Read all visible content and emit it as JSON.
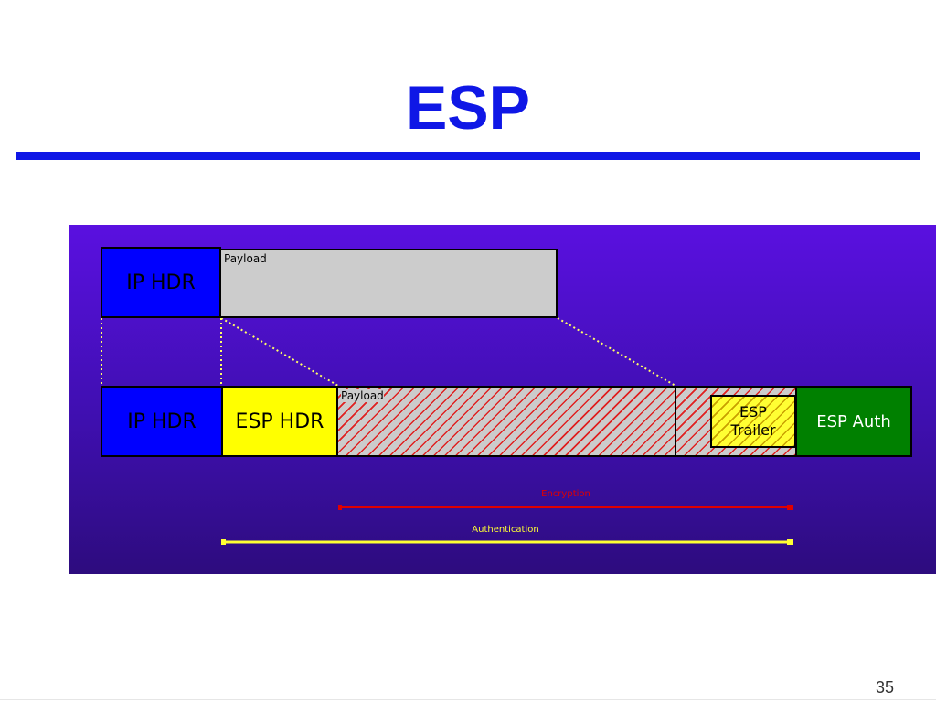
{
  "slide": {
    "title": "ESP",
    "page_number": "35"
  },
  "colors": {
    "title_blue": "#0f17e6",
    "ip_hdr_blue": "#0000ff",
    "esp_hdr_yellow": "#ffff00",
    "payload_gray": "#cccccc",
    "esp_auth_green": "#008000",
    "encryption_red": "#e00000",
    "authentication_yellow": "#ffff33",
    "connector_dotted": "#ffff66"
  },
  "original_packet": {
    "ip_hdr": "IP HDR",
    "payload": "Payload"
  },
  "esp_packet": {
    "ip_hdr": "IP HDR",
    "esp_hdr": "ESP HDR",
    "payload": "Payload",
    "esp_trailer_line1": "ESP",
    "esp_trailer_line2": "Trailer",
    "esp_auth": "ESP Auth"
  },
  "ranges": {
    "encryption": "Encryption",
    "authentication": "Authentication"
  }
}
